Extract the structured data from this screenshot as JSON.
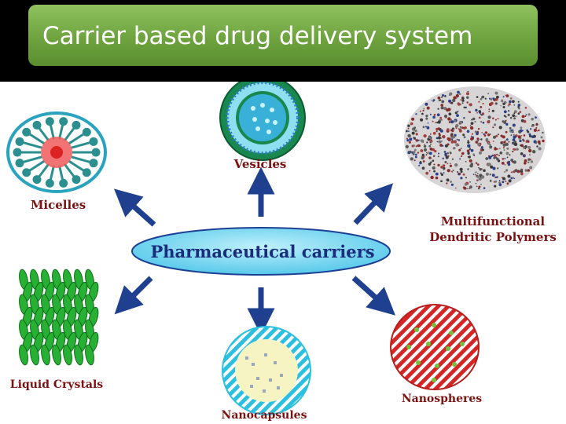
{
  "slide": {
    "title": "Carrier based drug delivery system"
  },
  "diagram": {
    "center": "Pharmaceutical carriers",
    "nodes": {
      "vesicles": "Vesicles",
      "micelles": "Micelles",
      "dendritic_line1": "Multifunctional",
      "dendritic_line2": "Dendritic Polymers",
      "liquid_crystals": "Liquid Crystals",
      "nanocapsules": "Nanocapsules",
      "nanospheres": "Nanospheres"
    }
  },
  "colors": {
    "title_box": "#76ab45",
    "arrow": "#1f3f8f",
    "center_fill": "#7fd9f0",
    "label_text": "#7a1212"
  }
}
